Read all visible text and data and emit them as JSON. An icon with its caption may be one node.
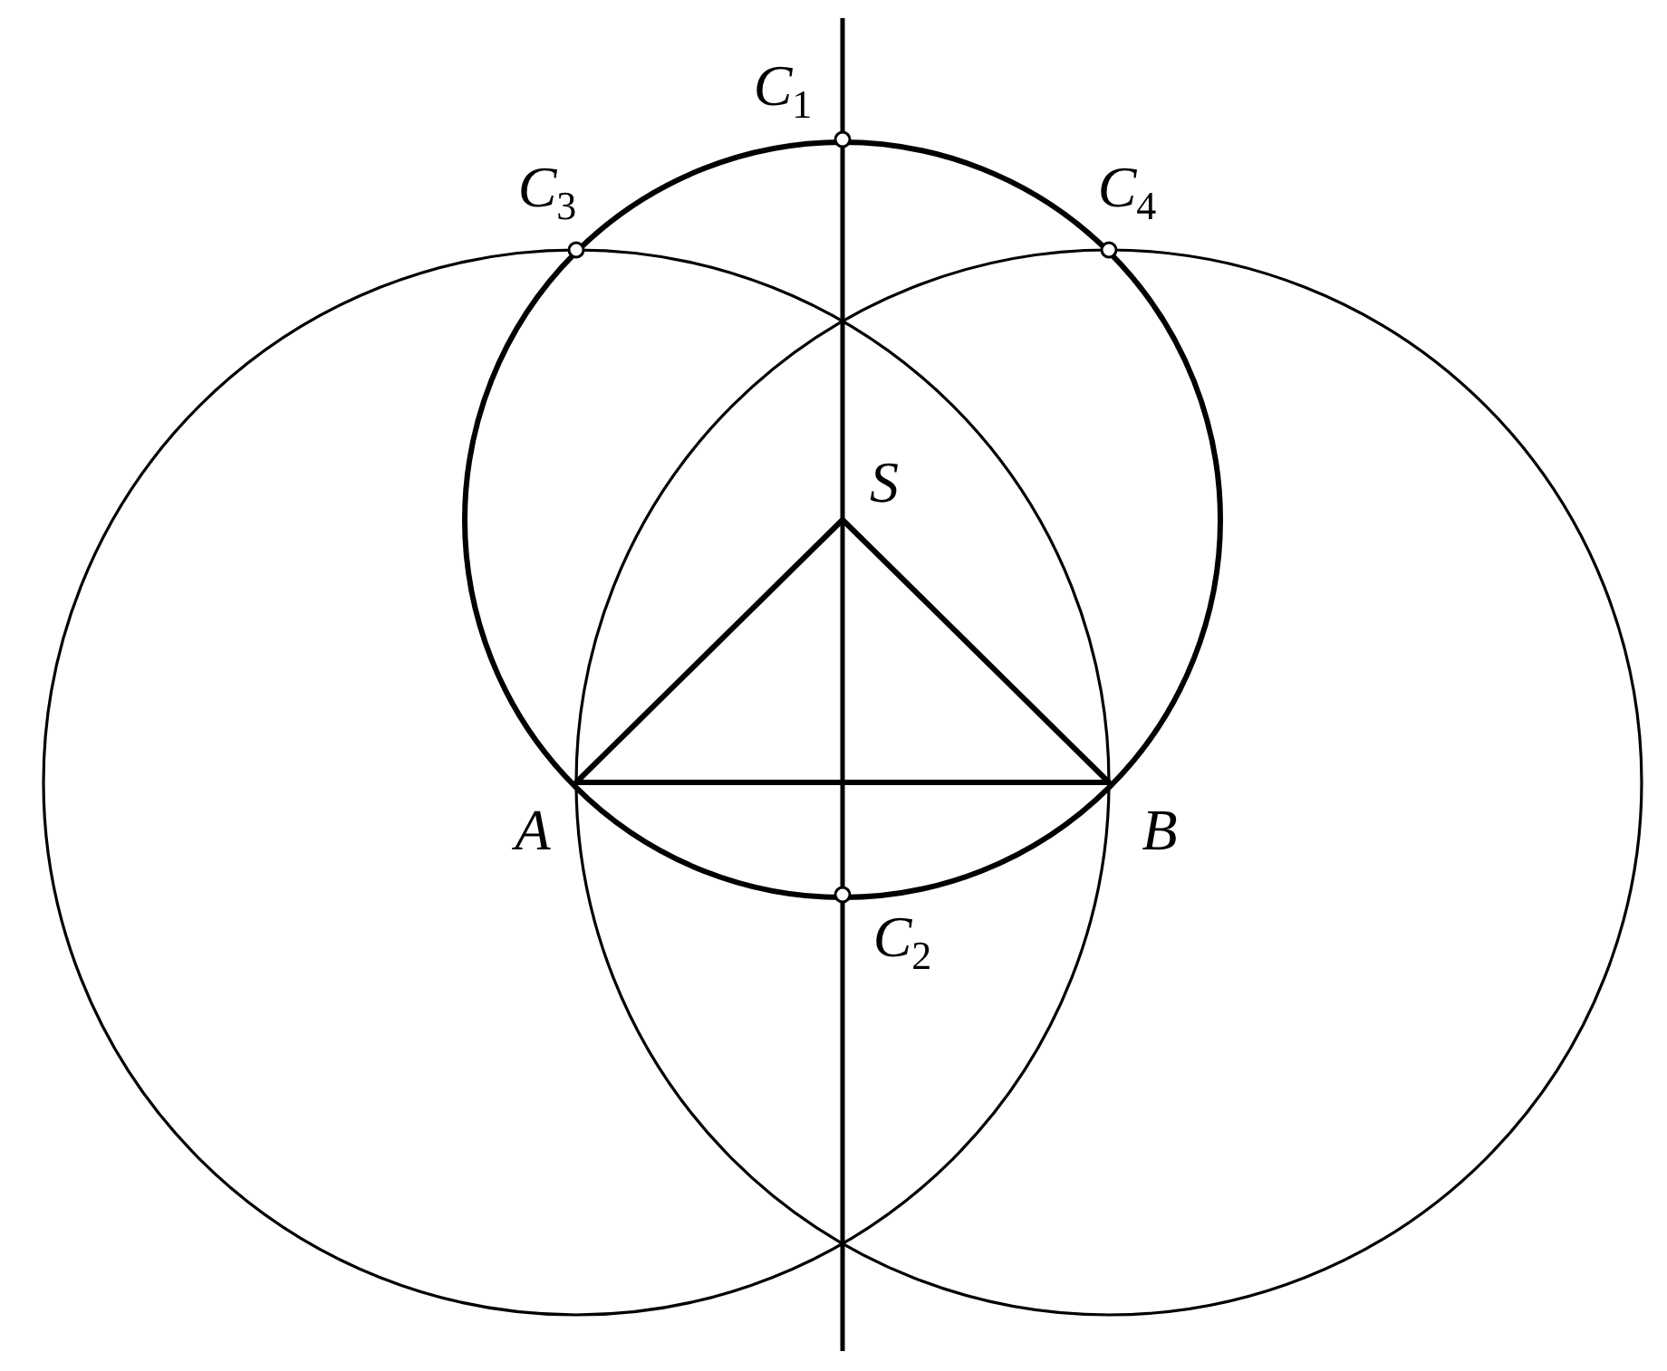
{
  "diagram": {
    "labels": [
      "C$_{1}$",
      "C$_{3}$",
      "C$_{4}$",
      "S",
      "A",
      "B",
      "C$_{2}$"
    ]
  }
}
